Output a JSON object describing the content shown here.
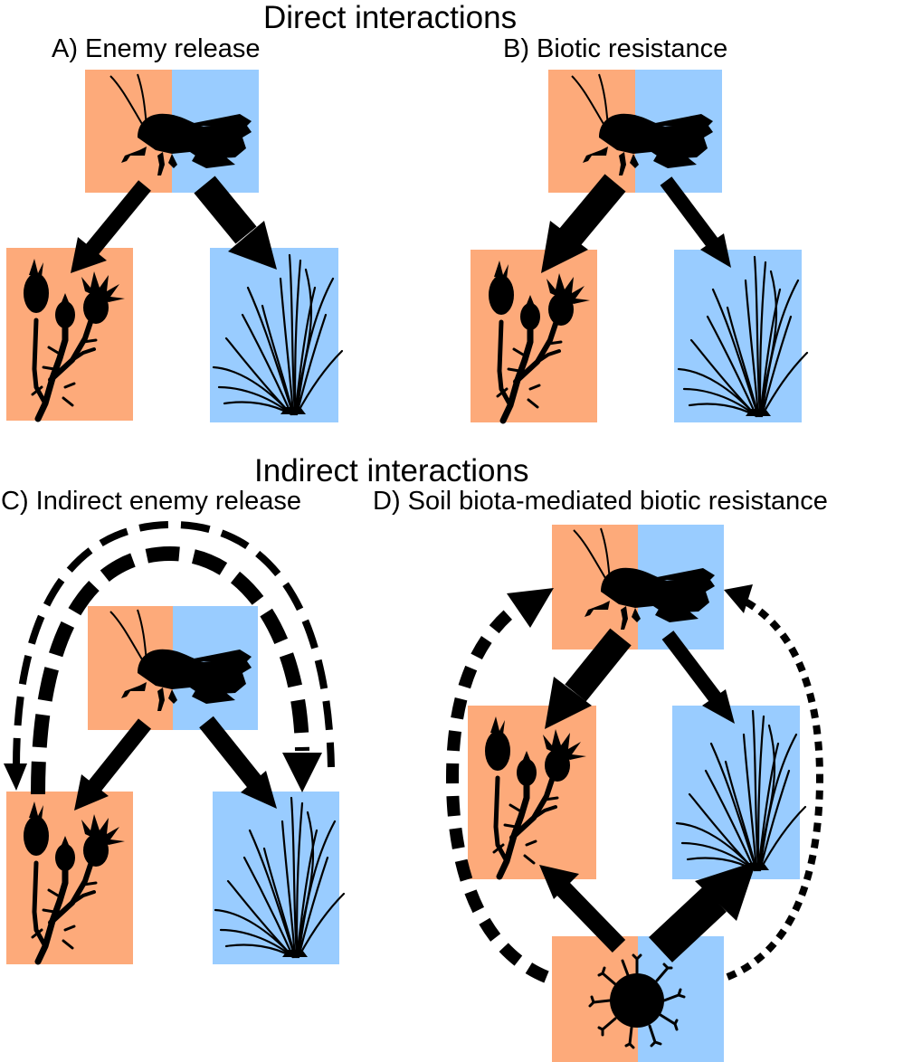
{
  "headings": {
    "direct": "Direct interactions",
    "indirect": "Indirect interactions"
  },
  "panels": {
    "A": {
      "title": "A) Enemy release"
    },
    "B": {
      "title": "B) Biotic resistance"
    },
    "C": {
      "title": "C) Indirect enemy release"
    },
    "D": {
      "title": "D) Soil biota-mediated biotic resistance"
    }
  },
  "colors": {
    "native_orange": "#FDAA7A",
    "exotic_blue": "#99CCFF",
    "ink": "#000000"
  },
  "icons": [
    "grasshopper-icon",
    "thistle-icon",
    "grass-icon",
    "soil-microbe-icon"
  ]
}
